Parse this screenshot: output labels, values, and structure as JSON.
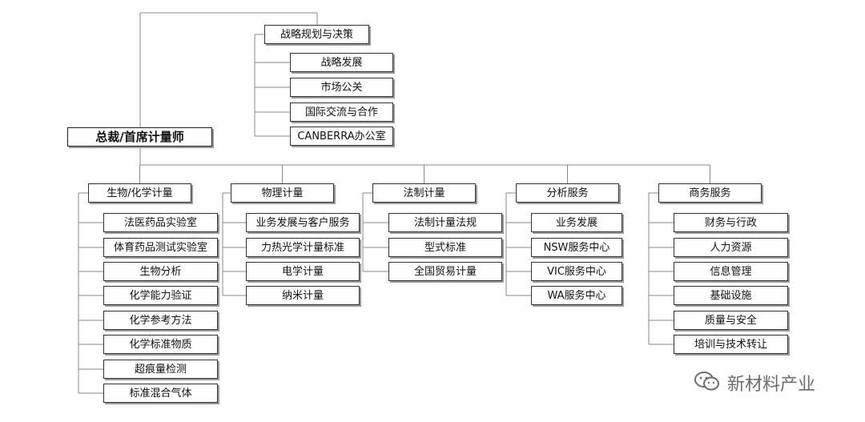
{
  "root": {
    "label": "总裁/首席计量师"
  },
  "strategy": {
    "label": "战略规划与决策",
    "items": [
      "战略发展",
      "市场公关",
      "国际交流与合作",
      "CANBERRA办公室"
    ]
  },
  "departments": [
    {
      "label": "生物/化学计量",
      "items": [
        "法医药品实验室",
        "体育药品测试实验室",
        "生物分析",
        "化学能力验证",
        "化学参考方法",
        "化学标准物质",
        "超痕量检测",
        "标准混合气体"
      ]
    },
    {
      "label": "物理计量",
      "items": [
        "业务发展与客户服务",
        "力热光学计量标准",
        "电学计量",
        "纳米计量"
      ]
    },
    {
      "label": "法制计量",
      "items": [
        "法制计量法规",
        "型式标准",
        "全国贸易计量"
      ]
    },
    {
      "label": "分析服务",
      "items": [
        "业务发展",
        "NSW服务中心",
        "VIC服务中心",
        "WA服务中心"
      ]
    },
    {
      "label": "商务服务",
      "items": [
        "财务与行政",
        "人力资源",
        "信息管理",
        "基础设施",
        "质量与安全",
        "培训与技术转让"
      ]
    }
  ],
  "watermark": {
    "text": "新材料产业",
    "icon": "wechat-icon"
  },
  "colors": {
    "line": "#8a8a8a",
    "border": "#333333",
    "shadow": "#9a9a9a"
  }
}
